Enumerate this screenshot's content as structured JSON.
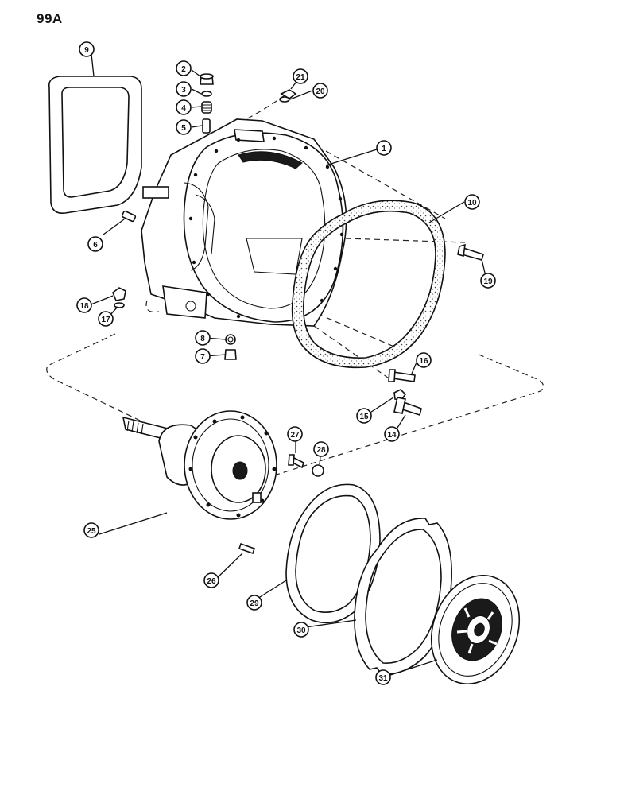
{
  "page_number": "99A",
  "callouts": {
    "c1": "1",
    "c2": "2",
    "c3": "3",
    "c4": "4",
    "c5": "5",
    "c6": "6",
    "c7": "7",
    "c8": "8",
    "c9": "9",
    "c10": "10",
    "c14": "14",
    "c15": "15",
    "c16": "16",
    "c17": "17",
    "c18": "18",
    "c19": "19",
    "c20": "20",
    "c21": "21",
    "c25": "25",
    "c26": "26",
    "c27": "27",
    "c28": "28",
    "c29": "29",
    "c30": "30",
    "c31": "31"
  }
}
